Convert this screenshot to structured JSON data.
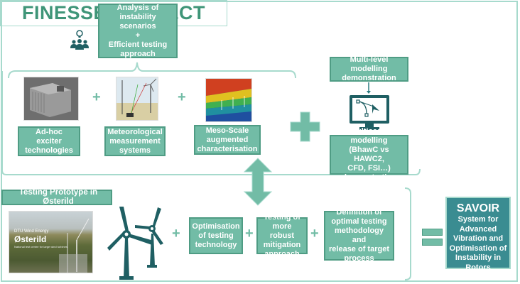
{
  "title": "FINESSE PROJECT",
  "top_box": {
    "line1": "Analysis of",
    "line2": "instability scenarios",
    "line3": "+",
    "line4": "Efficient testing",
    "line5": "approach"
  },
  "icons": {
    "team": "team-idea-icon",
    "computer": "monitor-bezier-icon",
    "turbines": "wind-turbines-icon"
  },
  "components": [
    {
      "label1": "Ad-hoc exciter",
      "label2": "technologies",
      "label3": "",
      "image": "exciter-container-image"
    },
    {
      "label1": "Meteorological",
      "label2": "measurement",
      "label3": "systems",
      "image": "met-mast-diagram-image"
    },
    {
      "label1": "Meso-Scale",
      "label2": "augmented",
      "label3": "characterisation",
      "image": "meso-scale-map-image"
    }
  ],
  "modelling": {
    "top_line1": "Multi-level modelling",
    "top_line2": "demonstration",
    "bottom_line1": "Multiscale modelling",
    "bottom_line2": "(BhawC vs HAWC2,",
    "bottom_line3": "CFD, FSI…)",
    "bottom_line4": "demonstration"
  },
  "testing": {
    "header": "Testing Prototype in Østerild",
    "photo_caption1": "DTU Wind Energy",
    "photo_caption2": "Østerild",
    "photo_caption3": "National test centre for large wind turbines"
  },
  "steps": [
    {
      "l1": "Optimisation",
      "l2": "of testing",
      "l3": "technology",
      "l4": "",
      "l5": ""
    },
    {
      "l1": "Testing of",
      "l2": "more robust",
      "l3": "mitigation",
      "l4": "approach",
      "l5": ""
    },
    {
      "l1": "Definition of",
      "l2": "optimal testing",
      "l3": "methodology and",
      "l4": "release of target",
      "l5": "process"
    }
  ],
  "plus_symbol": "+",
  "savoir": {
    "title": "SAVOIR",
    "l1": "System for",
    "l2": "Advanced",
    "l3": "Vibration and",
    "l4": "Optimisation of",
    "l5": "Instability in",
    "l6": "Rotors"
  },
  "colors": {
    "primary_green": "#72bca6",
    "title_green": "#3f9578",
    "dark_teal": "#1f5f63",
    "savoir_teal": "#3a8c91",
    "border_mint": "#a7dacd"
  }
}
